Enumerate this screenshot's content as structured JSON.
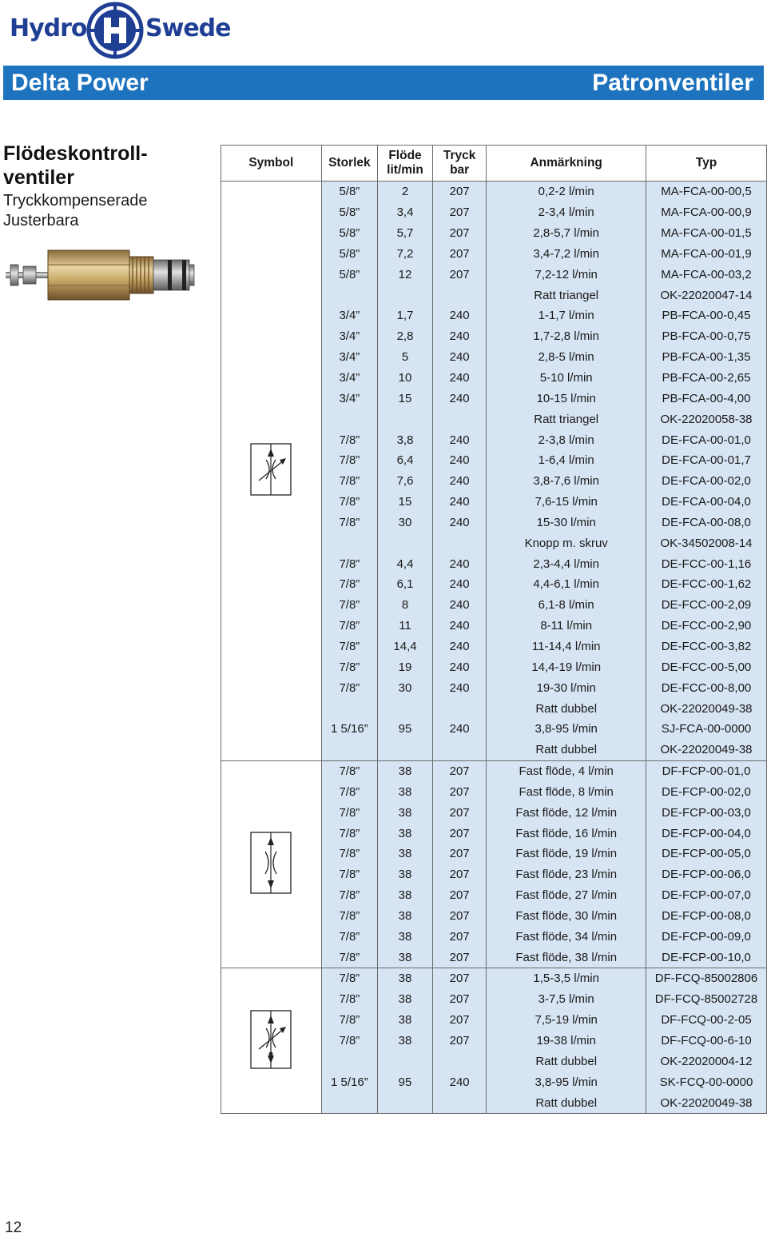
{
  "brand": {
    "left_word": "Hydro",
    "right_word": "Swede",
    "color": "#1f3f95"
  },
  "banner": {
    "left": "Delta Power",
    "right": "Patronventiler",
    "color": "#1d73be"
  },
  "side": {
    "title_line1": "Flödeskontroll-",
    "title_line2": "ventiler",
    "sub_line1": "Tryckkompenserade",
    "sub_line2": "Justerbara"
  },
  "table": {
    "headers": {
      "symbol": "Symbol",
      "size": "Storlek",
      "flow_1": "Flöde",
      "flow_2": "lit/min",
      "pressure_1": "Tryck",
      "pressure_2": "bar",
      "note": "Anmärkning",
      "type": "Typ"
    },
    "rows": [
      [
        "5/8”",
        "2",
        "207",
        "0,2-2 l/min",
        "MA-FCA-00-00,5"
      ],
      [
        "5/8”",
        "3,4",
        "207",
        "2-3,4 l/min",
        "MA-FCA-00-00,9"
      ],
      [
        "5/8”",
        "5,7",
        "207",
        "2,8-5,7 l/min",
        "MA-FCA-00-01,5"
      ],
      [
        "5/8”",
        "7,2",
        "207",
        "3,4-7,2 l/min",
        "MA-FCA-00-01,9"
      ],
      [
        "5/8”",
        "12",
        "207",
        "7,2-12 l/min",
        "MA-FCA-00-03,2"
      ],
      [
        "",
        "",
        "",
        "Ratt triangel",
        "OK-22020047-14"
      ],
      [
        "3/4”",
        "1,7",
        "240",
        "1-1,7 l/min",
        "PB-FCA-00-0,45"
      ],
      [
        "3/4”",
        "2,8",
        "240",
        "1,7-2,8 l/min",
        "PB-FCA-00-0,75"
      ],
      [
        "3/4”",
        "5",
        "240",
        "2,8-5 l/min",
        "PB-FCA-00-1,35"
      ],
      [
        "3/4”",
        "10",
        "240",
        "5-10 l/min",
        "PB-FCA-00-2,65"
      ],
      [
        "3/4”",
        "15",
        "240",
        "10-15 l/min",
        "PB-FCA-00-4,00"
      ],
      [
        "",
        "",
        "",
        "Ratt triangel",
        "OK-22020058-38"
      ],
      [
        "7/8”",
        "3,8",
        "240",
        "2-3,8 l/min",
        "DE-FCA-00-01,0"
      ],
      [
        "7/8”",
        "6,4",
        "240",
        "1-6,4 l/min",
        "DE-FCA-00-01,7"
      ],
      [
        "7/8”",
        "7,6",
        "240",
        "3,8-7,6 l/min",
        "DE-FCA-00-02,0"
      ],
      [
        "7/8”",
        "15",
        "240",
        "7,6-15 l/min",
        "DE-FCA-00-04,0"
      ],
      [
        "7/8”",
        "30",
        "240",
        "15-30 l/min",
        "DE-FCA-00-08,0"
      ],
      [
        "",
        "",
        "",
        "Knopp m. skruv",
        "OK-34502008-14"
      ],
      [
        "7/8”",
        "4,4",
        "240",
        "2,3-4,4 l/min",
        "DE-FCC-00-1,16"
      ],
      [
        "7/8”",
        "6,1",
        "240",
        "4,4-6,1 l/min",
        "DE-FCC-00-1,62"
      ],
      [
        "7/8”",
        "8",
        "240",
        "6,1-8 l/min",
        "DE-FCC-00-2,09"
      ],
      [
        "7/8”",
        "11",
        "240",
        "8-11 l/min",
        "DE-FCC-00-2,90"
      ],
      [
        "7/8”",
        "14,4",
        "240",
        "11-14,4 l/min",
        "DE-FCC-00-3,82"
      ],
      [
        "7/8”",
        "19",
        "240",
        "14,4-19 l/min",
        "DE-FCC-00-5,00"
      ],
      [
        "7/8”",
        "30",
        "240",
        "19-30 l/min",
        "DE-FCC-00-8,00"
      ],
      [
        "",
        "",
        "",
        "Ratt dubbel",
        "OK-22020049-38"
      ],
      [
        "1 5/16”",
        "95",
        "240",
        "3,8-95 l/min",
        "SJ-FCA-00-0000"
      ],
      [
        "",
        "",
        "",
        "Ratt dubbel",
        "OK-22020049-38"
      ],
      [
        "7/8”",
        "38",
        "207",
        "Fast flöde, 4 l/min",
        "DF-FCP-00-01,0"
      ],
      [
        "7/8”",
        "38",
        "207",
        "Fast flöde, 8 l/min",
        "DE-FCP-00-02,0"
      ],
      [
        "7/8”",
        "38",
        "207",
        "Fast flöde, 12 l/min",
        "DE-FCP-00-03,0"
      ],
      [
        "7/8”",
        "38",
        "207",
        "Fast flöde, 16 l/min",
        "DE-FCP-00-04,0"
      ],
      [
        "7/8”",
        "38",
        "207",
        "Fast flöde, 19 l/min",
        "DE-FCP-00-05,0"
      ],
      [
        "7/8”",
        "38",
        "207",
        "Fast flöde, 23 l/min",
        "DE-FCP-00-06,0"
      ],
      [
        "7/8”",
        "38",
        "207",
        "Fast flöde, 27 l/min",
        "DE-FCP-00-07,0"
      ],
      [
        "7/8”",
        "38",
        "207",
        "Fast flöde, 30 l/min",
        "DE-FCP-00-08,0"
      ],
      [
        "7/8”",
        "38",
        "207",
        "Fast flöde, 34 l/min",
        "DE-FCP-00-09,0"
      ],
      [
        "7/8”",
        "38",
        "207",
        "Fast flöde, 38 l/min",
        "DE-FCP-00-10,0"
      ],
      [
        "7/8”",
        "38",
        "207",
        "1,5-3,5 l/min",
        "DF-FCQ-85002806"
      ],
      [
        "7/8”",
        "38",
        "207",
        "3-7,5 l/min",
        "DF-FCQ-85002728"
      ],
      [
        "7/8”",
        "38",
        "207",
        "7,5-19 l/min",
        "DF-FCQ-00-2-05"
      ],
      [
        "7/8”",
        "38",
        "207",
        "19-38 l/min",
        "DF-FCQ-00-6-10"
      ],
      [
        "",
        "",
        "",
        "Ratt dubbel",
        "OK-22020004-12"
      ],
      [
        "1 5/16”",
        "95",
        "240",
        "3,8-95 l/min",
        "SK-FCQ-00-0000"
      ],
      [
        "",
        "",
        "",
        "Ratt dubbel",
        "OK-22020049-38"
      ]
    ],
    "symbol_groups": [
      {
        "rows": 28,
        "icon": "adjustable-flow-control-symbol"
      },
      {
        "rows": 10,
        "icon": "fixed-flow-control-symbol"
      },
      {
        "rows": 7,
        "icon": "adjustable-flow-control-check-symbol"
      }
    ],
    "row_fill": "#d7e4f3"
  },
  "page_number": "12"
}
